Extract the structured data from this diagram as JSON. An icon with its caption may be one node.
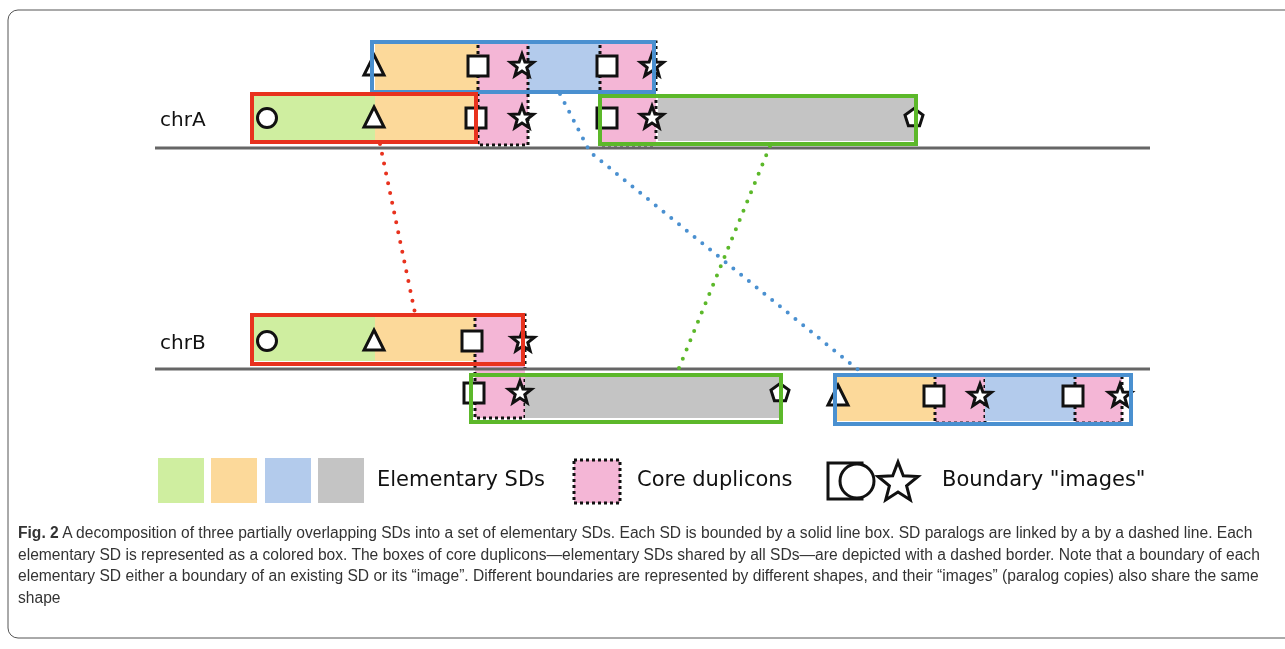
{
  "diagram": {
    "caption": "**Fig. 2** A decomposition of three partially overlapping SDs into a set of elementary SDs. Each SD is bounded by a solid line box. SD paralogs are linked by a by a dashed line. Each elementary SD is represented as a colored box. The boxes of core duplicons—elementary SDs shared by all SDs—are depicted with a dashed border. Note that a boundary of each elementary SD either a boundary of an existing SD or its “image”. Different boundaries are represented by different shapes, and their “images” (paralog copies) also share the same shape",
    "nodes": [
      {
        "text": [],
        "shape": "box"
      },
      {
        "text": [],
        "shape": "box"
      },
      {
        "text": [],
        "shape": "box"
      },
      {
        "text": [],
        "shape": "box"
      },
      {
        "text": [],
        "shape": "box"
      },
      {
        "text": [],
        "shape": "box"
      }
    ],
    "edges": [
      {
        "from": 1,
        "to": 3,
        "arrow": "none",
        "style": "dashed",
        "color": "#e8321e"
      },
      {
        "from": 0,
        "to": 5,
        "arrow": "none",
        "style": "dashed",
        "color": "#4a90d0"
      },
      {
        "from": 2,
        "to": 4,
        "arrow": "none",
        "style": "dashed",
        "color": "#5cb82a"
      }
    ],
    "labels": [
      "chrA",
      "chrB"
    ],
    "legend": [
      {
        "text": "Elementary SDs"
      },
      {
        "text": "Core duplicons"
      },
      {
        "text": "Boundary \"images\""
      }
    ]
  }
}
